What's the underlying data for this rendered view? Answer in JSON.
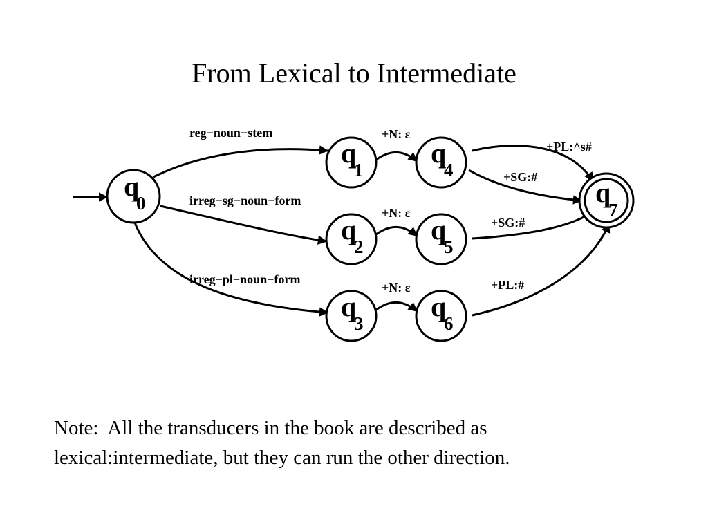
{
  "title": "From Lexical to Intermediate",
  "diagram": {
    "states": {
      "q0": {
        "letter": "q",
        "sub": "0"
      },
      "q1": {
        "letter": "q",
        "sub": "1"
      },
      "q2": {
        "letter": "q",
        "sub": "2"
      },
      "q3": {
        "letter": "q",
        "sub": "3"
      },
      "q4": {
        "letter": "q",
        "sub": "4"
      },
      "q5": {
        "letter": "q",
        "sub": "5"
      },
      "q6": {
        "letter": "q",
        "sub": "6"
      },
      "q7": {
        "letter": "q",
        "sub": "7",
        "final": true
      }
    },
    "start_state": "q0",
    "edges": {
      "q0_q1": "reg−noun−stem",
      "q0_q2": "irreg−sg−noun−form",
      "q0_q3": "irreg−pl−noun−form",
      "q1_q4": "+N: ε",
      "q2_q5": "+N: ε",
      "q3_q6": "+N: ε",
      "q4_q7_pl": "+PL:^s#",
      "q4_q7_sg": "+SG:#",
      "q5_q7": "+SG:#",
      "q6_q7": "+PL:#"
    }
  },
  "note": {
    "line1": "Note:  All the transducers in the book are described as",
    "line2": "lexical:intermediate, but they can run the other direction."
  }
}
